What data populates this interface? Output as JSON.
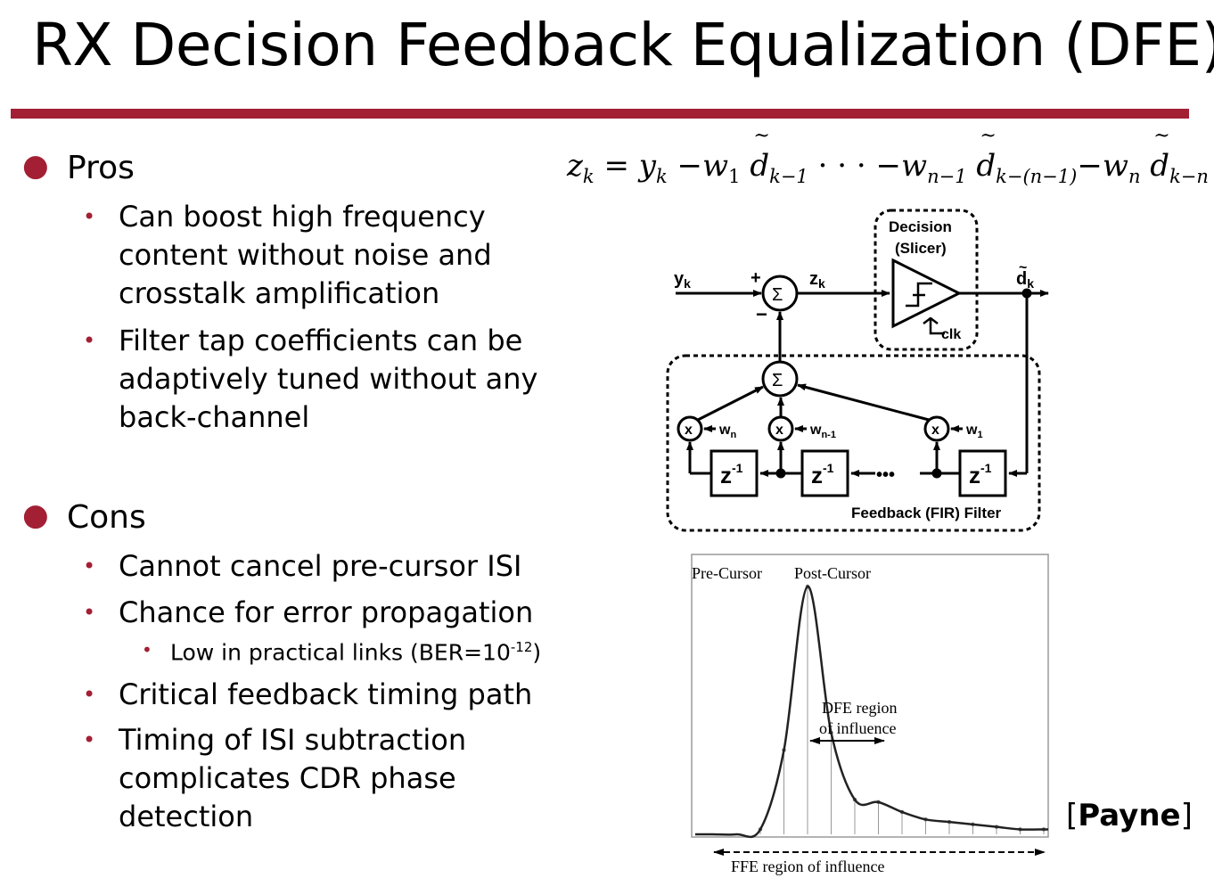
{
  "slide": {
    "title": "RX Decision Feedback Equalization (DFE)",
    "pros_heading": "Pros",
    "pros": [
      [
        "Can boost high frequency",
        "content without noise and",
        "crosstalk amplification"
      ],
      [
        "Filter tap coefficients can be",
        "adaptively tuned without any",
        "back-channel"
      ]
    ],
    "cons_heading": "Cons",
    "cons": [
      "Cannot cancel pre-cursor ISI",
      "Chance for error propagation",
      "Critical feedback timing path",
      [
        "Timing of ISI subtraction",
        "complicates CDR phase",
        "detection"
      ]
    ],
    "cons_sub": {
      "text": "Low in practical links (BER=10",
      "exp": "-12",
      "close": ")"
    },
    "citation_open": "[",
    "citation": "Payne",
    "citation_close": "]",
    "accent_color": "#a31f34"
  },
  "equation": {
    "z": "z",
    "k": "k",
    "y": "y",
    "w": "w",
    "d": "d",
    "eq": "=",
    "minus": "−",
    "dots": "· · ·",
    "sub_1": "1",
    "sub_k1": "k−1",
    "sub_n1": "n−1",
    "sub_kn1": "k−(n−1)",
    "sub_n": "n",
    "sub_kn": "k−n"
  },
  "block_diagram": {
    "input": "y",
    "input_sub": "k",
    "plus": "+",
    "minus": "−",
    "sum": "Σ",
    "z": "z",
    "z_sub": "k",
    "decision_title_1": "Decision",
    "decision_title_2": "(Slicer)",
    "clk": "clk",
    "output": "d",
    "output_sub": "k",
    "output_tilde": "~",
    "mult": "x",
    "taps": [
      {
        "w": "w",
        "sub": "n"
      },
      {
        "w": "w",
        "sub": "n-1"
      },
      {
        "w": "w",
        "sub": "1"
      }
    ],
    "delay": "z",
    "delay_exp": "-1",
    "ellipsis": "•••",
    "filter_label": "Feedback (FIR) Filter"
  },
  "pulse_plot": {
    "label_pre": "Pre-Cursor",
    "label_post": "Post-Cursor",
    "label_dfe_1": "DFE region",
    "label_dfe_2": "of influence",
    "label_ffe": "FFE region of influence",
    "samples": [
      0.0,
      0.0,
      0.02,
      0.34,
      1.0,
      0.41,
      0.14,
      0.13,
      0.09,
      0.06,
      0.05,
      0.04,
      0.03,
      0.02,
      0.02
    ]
  }
}
